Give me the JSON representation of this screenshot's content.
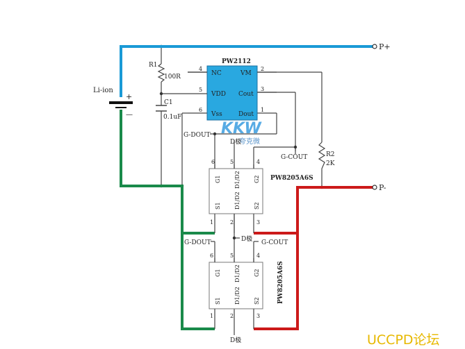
{
  "terminals": {
    "p_plus": "P+",
    "p_minus": "P-"
  },
  "battery": {
    "label": "Li-ion",
    "plus": "+",
    "minus": "—"
  },
  "r1": {
    "name": "R1",
    "value": "100R"
  },
  "c1": {
    "name": "C1",
    "value": "0.1uF"
  },
  "r2": {
    "name": "R2",
    "value": "2K"
  },
  "ic": {
    "name": "PW2112",
    "pins": {
      "nc": "NC",
      "vdd": "VDD",
      "vss": "Vss",
      "vm": "VM",
      "cout": "Cout",
      "dout": "Dout",
      "n4": "4",
      "n5": "5",
      "n6": "6",
      "n2": "2",
      "n3": "3",
      "n1": "1"
    }
  },
  "mosfet1": {
    "name": "PW8205A6S",
    "g1": "G1",
    "d1d2_top": "D1/D2",
    "g2": "G2",
    "s1": "S1",
    "d1d2_bot": "D1/D2",
    "s2": "S2",
    "top_pins": [
      "6",
      "5",
      "4"
    ],
    "bot_pins": [
      "1",
      "2",
      "3"
    ]
  },
  "mosfet2": {
    "name": "PW8205A6S",
    "g1": "G1",
    "d1d2_top": "D1/D2",
    "g2": "G2",
    "s1": "S1",
    "d1d2_bot": "D1/D2",
    "s2": "S2",
    "top_pins": [
      "6",
      "5",
      "4"
    ],
    "bot_pins": [
      "1",
      "2",
      "3"
    ]
  },
  "net_labels": {
    "g_dout_top": "G-DOUT",
    "g_cout_top": "G-COUT",
    "d_pole_top": "D极",
    "g_dout_mid": "G-DOUT",
    "g_cout_mid": "G-COUT",
    "d_pole_mid": "D极",
    "d_pole_bot": "D极"
  },
  "watermark": {
    "logo": "KKW",
    "text": "夸克微",
    "forum": "UCCPD论坛"
  },
  "colors": {
    "blue": "#1a9ad6",
    "green": "#1a8a4a",
    "red": "#cc1a1a",
    "ic_fill": "#29a8e0",
    "forum_text": "#e7b800",
    "logo": "#3a9de0"
  }
}
